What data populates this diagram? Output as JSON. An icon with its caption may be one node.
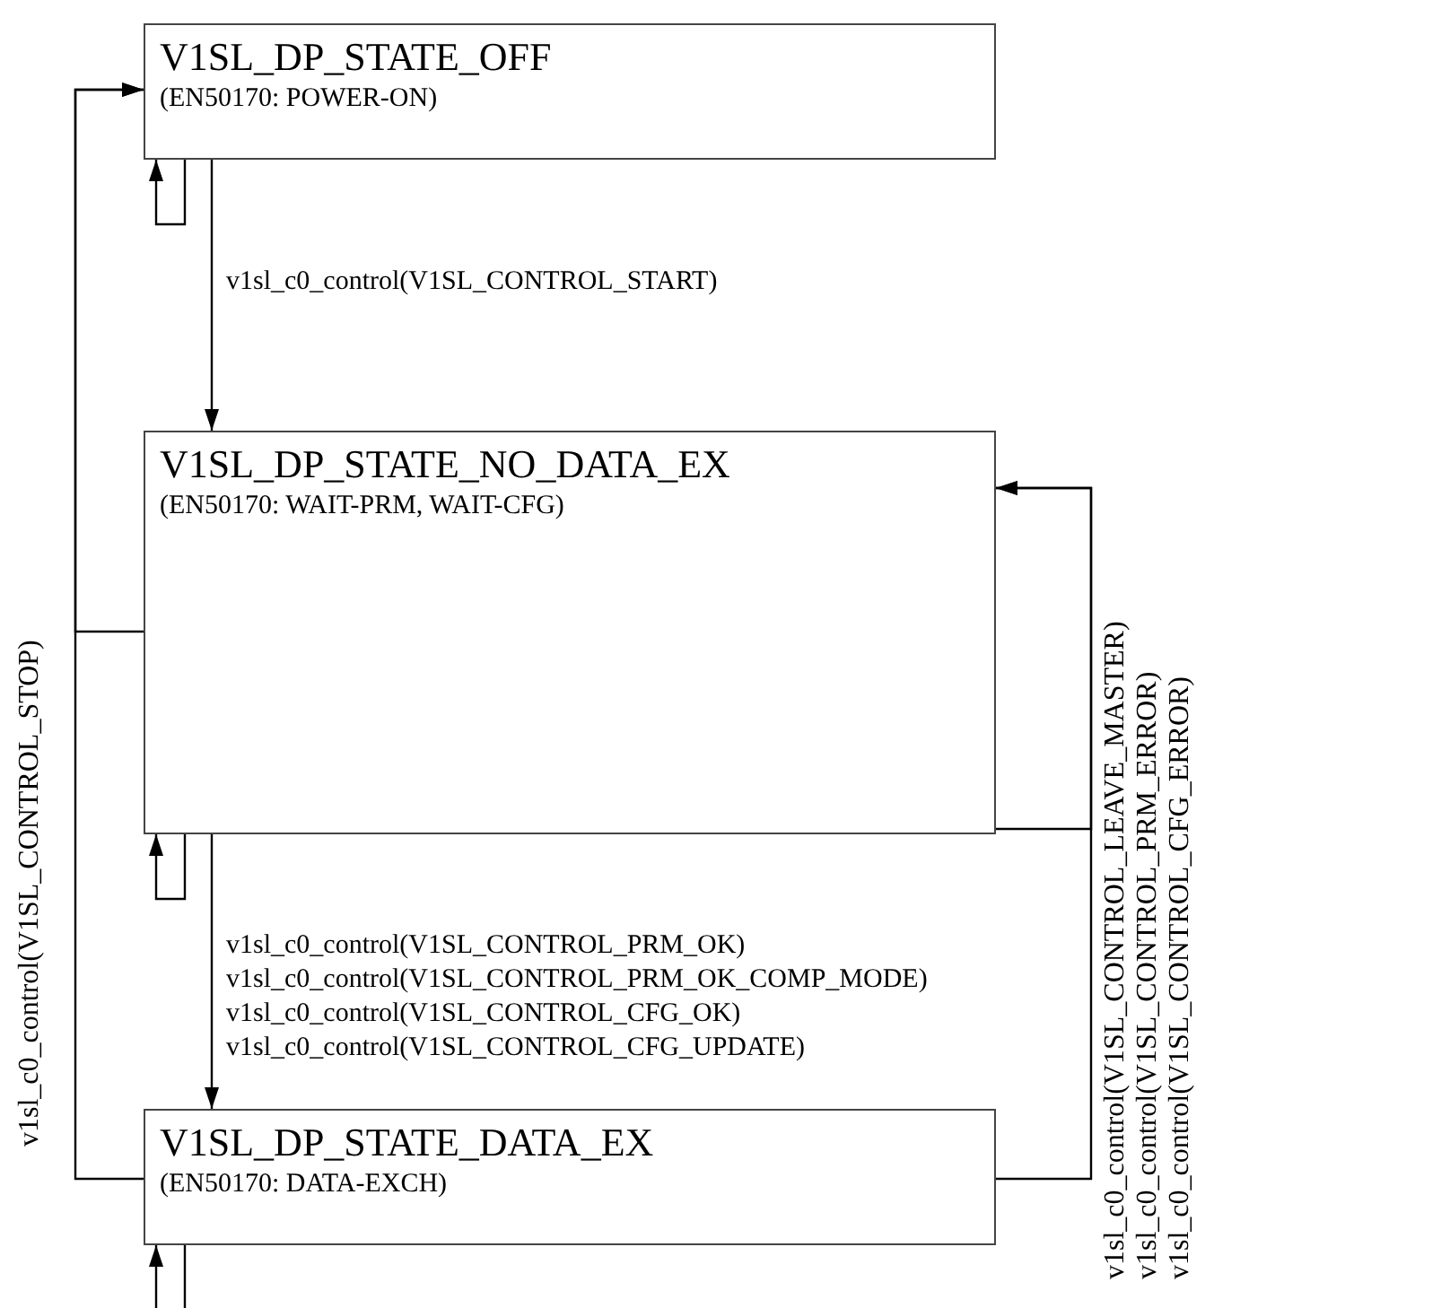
{
  "diagram": {
    "nodes": [
      {
        "text": [
          "V1SL_DP_STATE_OFF",
          "(EN50170: POWER-ON)"
        ]
      },
      {
        "text": [
          "V1SL_DP_STATE_NO_DATA_EX",
          "(EN50170: WAIT-PRM, WAIT-CFG)"
        ]
      },
      {
        "text": [
          "V1SL_DP_STATE_DATA_EX",
          "(EN50170: DATA-EXCH)"
        ]
      }
    ],
    "edges": [
      {
        "from": 0,
        "to": 0,
        "arrow": "to"
      },
      {
        "from": 0,
        "to": 1,
        "arrow": "to",
        "label": "v1sl_c0_control(V1SL_CONTROL_START)"
      },
      {
        "from": 1,
        "to": 1,
        "arrow": "to"
      },
      {
        "from": 1,
        "to": 2,
        "arrow": "to",
        "label": "v1sl_c0_control(V1SL_CONTROL_PRM_OK) v1sl_c0_control(V1SL_CONTROL_PRM_OK_COMP_MODE) v1sl_c0_control(V1SL_CONTROL_CFG_OK) v1sl_c0_control(V1SL_CONTROL_CFG_UPDATE)"
      },
      {
        "from": 2,
        "to": 2,
        "arrow": "to"
      },
      {
        "from": 1,
        "to": 0,
        "arrow": "to",
        "label": "v1sl_c0_control(V1SL_CONTROL_STOP)"
      },
      {
        "from": 2,
        "to": 0,
        "arrow": "to"
      },
      {
        "from": 1,
        "to": 1,
        "arrow": "to",
        "label": "v1sl_c0_control(V1SL_CONTROL_LEAVE_MASTER) v1sl_c0_control(V1SL_CONTROL_PRM_ERROR) v1sl_c0_control(V1SL_CONTROL_CFG_ERROR)"
      },
      {
        "from": 2,
        "to": 1,
        "arrow": "to"
      }
    ]
  }
}
